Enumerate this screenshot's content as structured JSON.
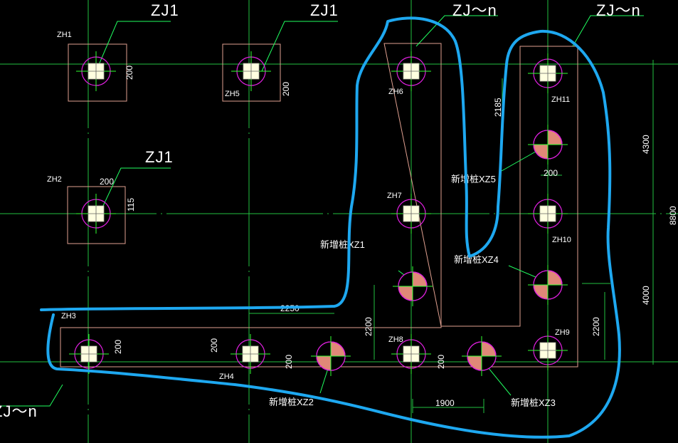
{
  "colors": {
    "background": "#000000",
    "grid": "#22c040",
    "cap_outline": "#e0a090",
    "pile_circle": "#e020e0",
    "pile_square": "#ffffe0",
    "new_pile_fill": "#e08878",
    "crosshair": "#30ff30",
    "leader": "#20ff60",
    "text": "#ffffff",
    "markup": "#1ea8f0"
  },
  "caps": {
    "zj1_a": "ZJ1",
    "zj1_b": "ZJ1",
    "zj1_c": "ZJ1",
    "zjn_top": "ZJ～n",
    "zjn_right": "ZJ～n",
    "zjn_left": "ZJ～n"
  },
  "piles": {
    "zh1": "ZH1",
    "zh2": "ZH2",
    "zh3": "ZH3",
    "zh4": "ZH4",
    "zh5": "ZH5",
    "zh6": "ZH6",
    "zh7": "ZH7",
    "zh8": "ZH8",
    "zh9": "ZH9",
    "zh10": "ZH10",
    "zh11": "ZH11"
  },
  "new_piles": {
    "xz1": "新增桩XZ1",
    "xz2": "新增桩XZ2",
    "xz3": "新增桩XZ3",
    "xz4": "新增桩XZ4",
    "xz5": "新增桩XZ5"
  },
  "dims": {
    "d200_zh1": "200",
    "d200_zh5": "200",
    "d200_zh2_h": "200",
    "d115_zh2": "115",
    "d2185": "2185",
    "d200_xz5": "200",
    "d4300": "4300",
    "d8800": "8800",
    "d4000": "4000",
    "d2250": "2250",
    "d2200_left": "2200",
    "d2200_right": "2200",
    "d200_zh3": "200",
    "d200_zh4": "200",
    "d200_xz2": "200",
    "d200_xz3": "200",
    "d1900": "1900"
  }
}
